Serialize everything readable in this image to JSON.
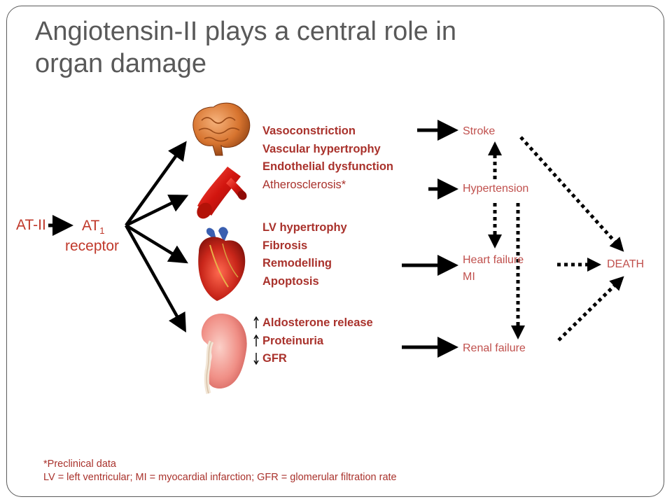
{
  "title": "Angiotensin-II plays a central role in organ damage",
  "left": {
    "ang_ii": "AT-II",
    "receptor_main": "AT",
    "receptor_sub": "1",
    "receptor_line2": "receptor"
  },
  "effects": {
    "vascular": {
      "items": [
        "Vasoconstriction",
        "Vascular hypertrophy",
        "Endothelial dysfunction"
      ],
      "plain": "Atherosclerosis*"
    },
    "cardiac": {
      "items": [
        "LV hypertrophy",
        "Fibrosis",
        "Remodelling",
        "Apoptosis"
      ]
    },
    "renal": {
      "items": [
        "Aldosterone release",
        "Proteinuria",
        "GFR"
      ],
      "directions": [
        "up",
        "up",
        "down"
      ]
    }
  },
  "outcomes": {
    "stroke": "Stroke",
    "hypertension": "Hypertension",
    "heart_failure": "Heart failure",
    "mi": "MI",
    "renal_failure": "Renal failure",
    "death": "DEATH"
  },
  "organs": [
    "brain-icon",
    "artery-icon",
    "heart-icon",
    "kidney-icon"
  ],
  "colors": {
    "title": "#595959",
    "text_red": "#a9322c",
    "outcome_red": "#c0504d",
    "arrow": "#000000"
  },
  "footnote": {
    "line1": "*Preclinical data",
    "line2": "LV = left ventricular; MI = myocardial infarction; GFR = glomerular filtration rate"
  }
}
